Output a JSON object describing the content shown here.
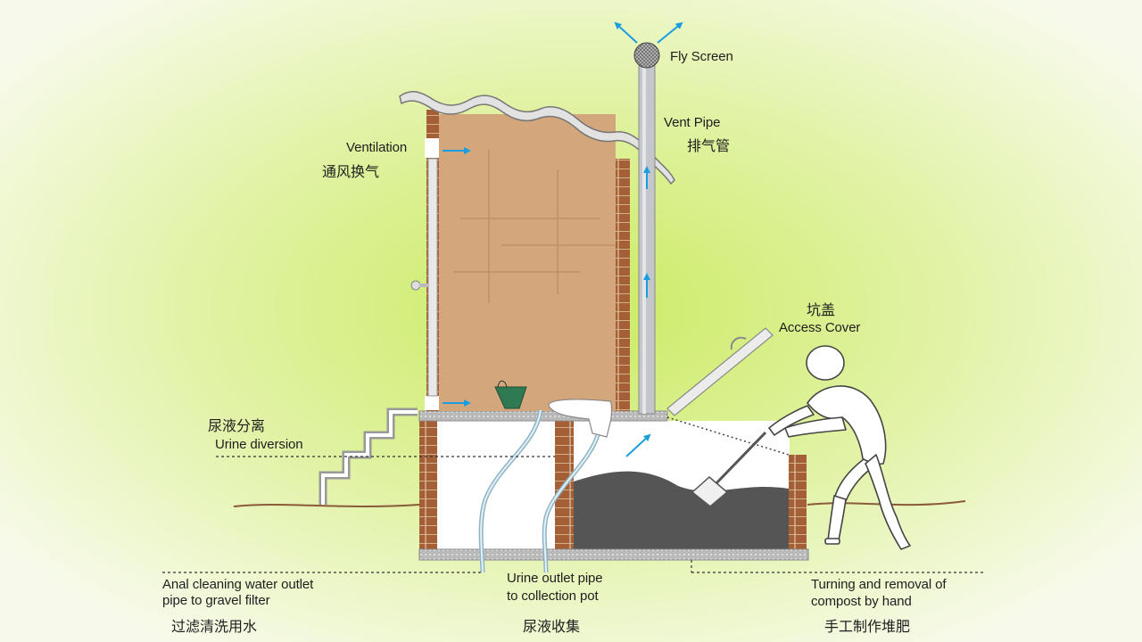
{
  "labels": {
    "fly_screen": "Fly Screen",
    "vent_pipe_en": "Vent Pipe",
    "vent_pipe_zh": "排气管",
    "ventilation_en": "Ventilation",
    "ventilation_zh": "通风换气",
    "access_cover_zh": "坑盖",
    "access_cover_en": "Access Cover",
    "urine_diversion_zh": "尿液分离",
    "urine_diversion_en": "Urine diversion",
    "anal_line1": "Anal cleaning water outlet",
    "anal_line2": "pipe to gravel filter",
    "anal_zh": "过滤清洗用水",
    "urine_outlet_line1": "Urine outlet pipe",
    "urine_outlet_line2": "to collection pot",
    "urine_outlet_zh": "尿液收集",
    "compost_line1": "Turning and removal of",
    "compost_line2": "compost by hand",
    "compost_zh": "手工制作堆肥"
  },
  "colors": {
    "background_center": "#d9f08a",
    "background_edge": "#f6f9e6",
    "wood_panel": "#d4a67c",
    "brick": "#a55f36",
    "compost": "#555555",
    "arrow": "#1a9ee0",
    "pipe": "#b8bcc0",
    "ground": "#8a5a3a"
  }
}
